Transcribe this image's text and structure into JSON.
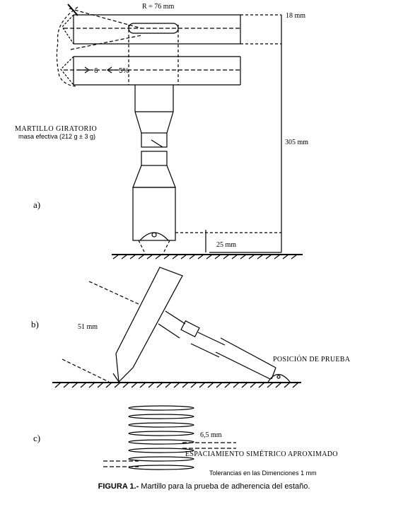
{
  "labels": {
    "radius": "R = 76 mm",
    "dim_18": "18 mm",
    "mark_6": "6",
    "mark_5": "5%",
    "hammer_title": "MARTILLO GIRATORIO",
    "hammer_mass": "masa efectiva (212 g ± 3 g)",
    "dim_305": "305 mm",
    "dim_25": "25 mm",
    "dim_51": "51 mm",
    "test_position": "POSICIÓN DE PRUEBA",
    "dim_65": "6,5 mm",
    "spacing": "ESPACIAMIENTO SIMÉTRICO APROXIMADO",
    "tolerance": "Tolerancias en las Dimenciones   1 mm"
  },
  "parts": {
    "a": "a)",
    "b": "b)",
    "c": "c)"
  },
  "caption": {
    "bold": "FIGURA 1.-",
    "text": " Martillo para la prueba de adherencia del estaño."
  }
}
